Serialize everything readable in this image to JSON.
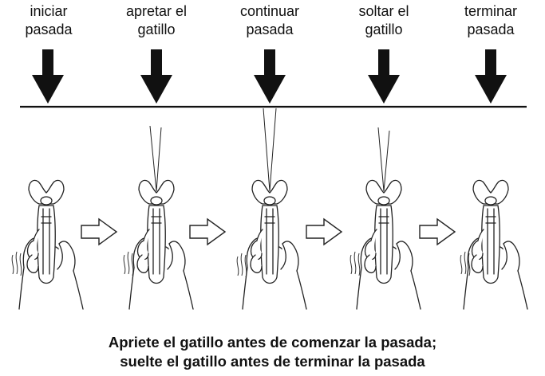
{
  "steps": [
    {
      "line1": "iniciar",
      "line2": "pasada",
      "spray": "none"
    },
    {
      "line1": "apretar el",
      "line2": "gatillo",
      "spray": "partial"
    },
    {
      "line1": "continuar",
      "line2": "pasada",
      "spray": "full"
    },
    {
      "line1": "soltar el",
      "line2": "gatillo",
      "spray": "partial"
    },
    {
      "line1": "terminar",
      "line2": "pasada",
      "spray": "none"
    }
  ],
  "caption": {
    "line1": "Apriete el gatillo antes de comenzar la pasada;",
    "line2": "suelte el gatillo antes de terminar la pasada"
  },
  "icons": [
    "down-arrow-icon",
    "outline-right-arrow-icon",
    "spray-gun-icon",
    "hand-icon"
  ]
}
